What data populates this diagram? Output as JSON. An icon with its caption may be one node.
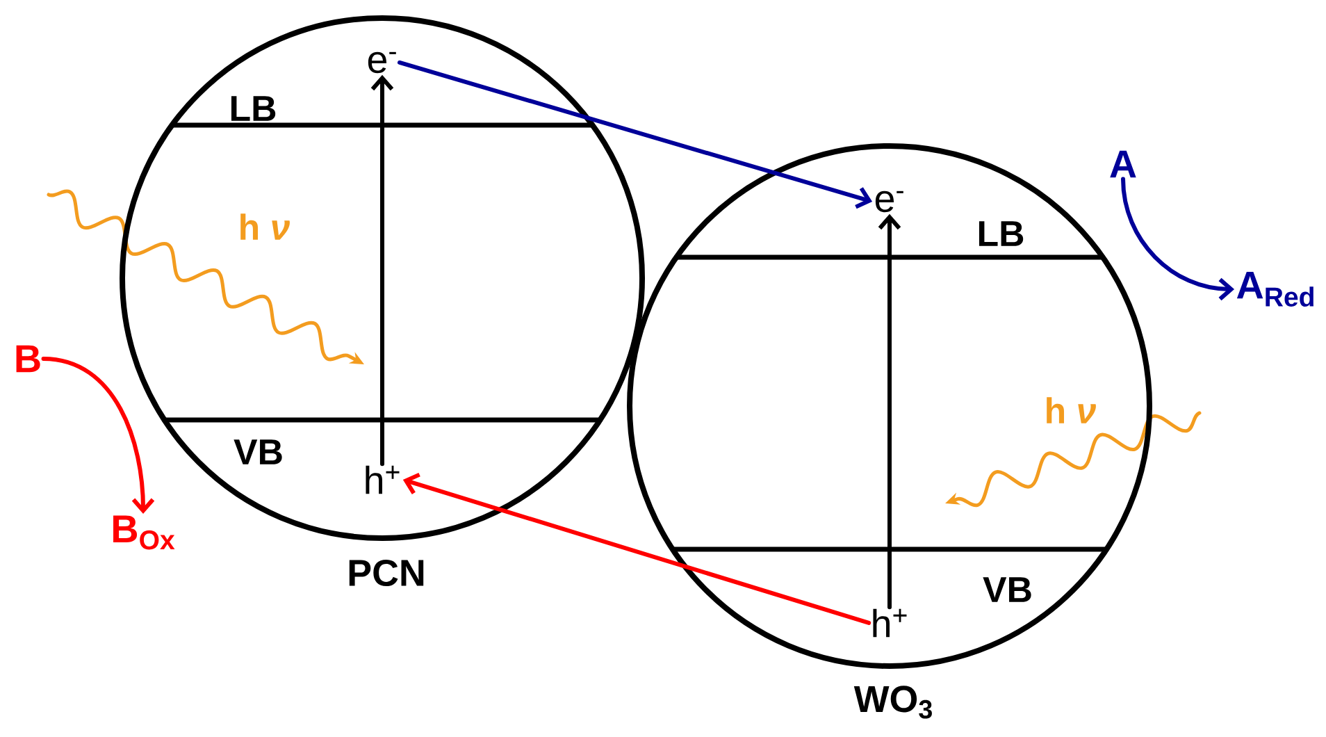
{
  "diagram": {
    "nodes": [
      {
        "text": [
          "PCN"
        ]
      },
      {
        "text": [
          "e$^{-}$"
        ],
        "in": 0
      },
      {
        "text": [
          "h$^{+}$"
        ],
        "in": 0
      },
      {
        "text": [
          "WO$_{3}$"
        ]
      },
      {
        "text": [
          "e$^{-}$"
        ],
        "in": 3
      },
      {
        "text": [
          "h$^{+}$"
        ],
        "in": 3
      },
      {
        "text": [
          "B"
        ]
      },
      {
        "text": [
          "B$_{Ox}$"
        ]
      },
      {
        "text": [
          "A"
        ]
      },
      {
        "text": [
          "A$_{Red}$"
        ]
      }
    ],
    "edges": [
      {
        "from": 2,
        "to": 1,
        "arrow": "to"
      },
      {
        "from": 5,
        "to": 4,
        "arrow": "to"
      },
      {
        "from": 1,
        "to": 4,
        "arrow": "to",
        "color": "#000099"
      },
      {
        "from": 5,
        "to": 2,
        "arrow": "to",
        "color": "#ff0000"
      },
      {
        "from": 6,
        "to": 7,
        "arrow": "to",
        "color": "#ff0000"
      },
      {
        "from": 8,
        "to": 9,
        "arrow": "to",
        "color": "#000099"
      }
    ],
    "labels": [
      "LB",
      "h *ν*",
      "VB",
      "LB",
      "h *ν*",
      "VB"
    ]
  }
}
